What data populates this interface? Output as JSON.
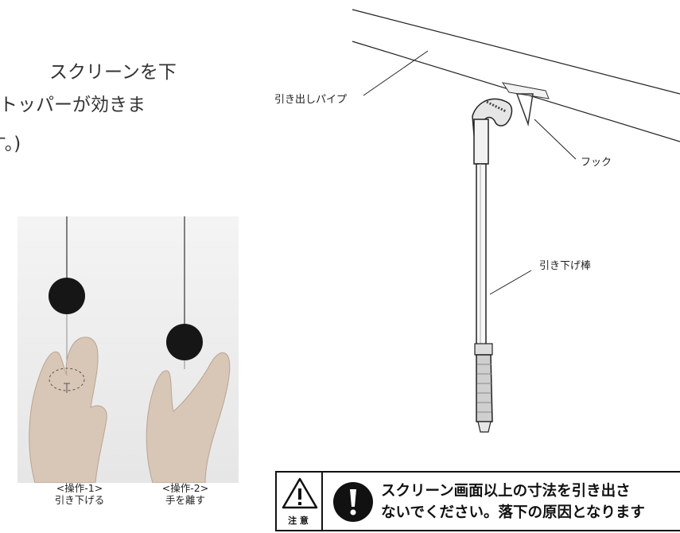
{
  "intro_text": {
    "line1": "スクリーンを下",
    "line2": "トッパーが効きま",
    "line3": "す。)"
  },
  "operations": {
    "op1": {
      "title": "<操作-1>",
      "action": "引き下げる"
    },
    "op2": {
      "title": "<操作-2>",
      "action": "手を離す"
    }
  },
  "diagram_labels": {
    "pipe": "引き出しパイプ",
    "hook": "フック",
    "rod": "引き下げ棒"
  },
  "warning": {
    "label": "注 意",
    "line1": "スクリーン画面以上の寸法を引き出さ",
    "line2": "ないでください。落下の原因となります"
  }
}
